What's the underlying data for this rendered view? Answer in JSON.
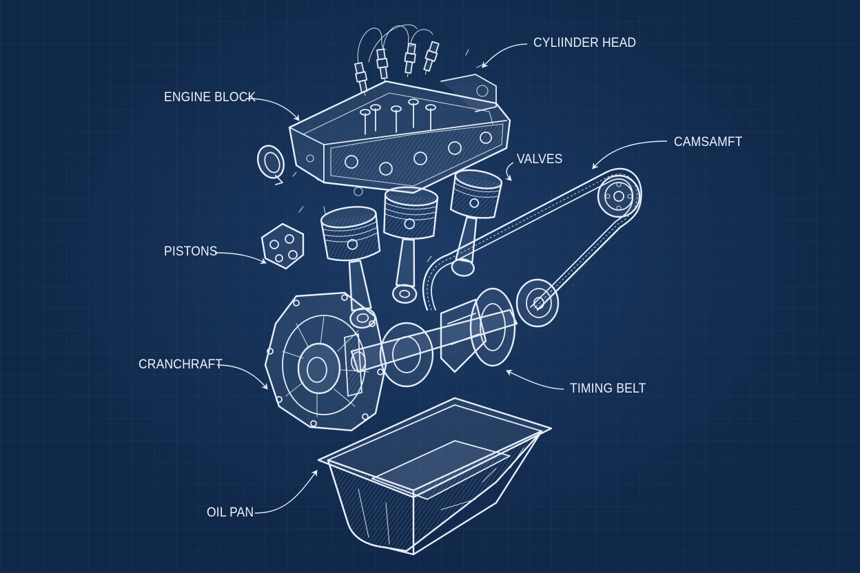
{
  "labels": {
    "cylinder_head": "CYLIINDER HEAD",
    "engine_block": "ENGINE BLOCK",
    "camshaft": "CAMSAMFT",
    "valves": "VALVES",
    "pistons": "PISTONS",
    "crankshaft": "CRANCHRAFT",
    "timing_belt": "TIMING BELT",
    "oil_pan": "OIL PAN"
  },
  "colors": {
    "background": "#0f2748",
    "ink": "#e6eef9"
  }
}
